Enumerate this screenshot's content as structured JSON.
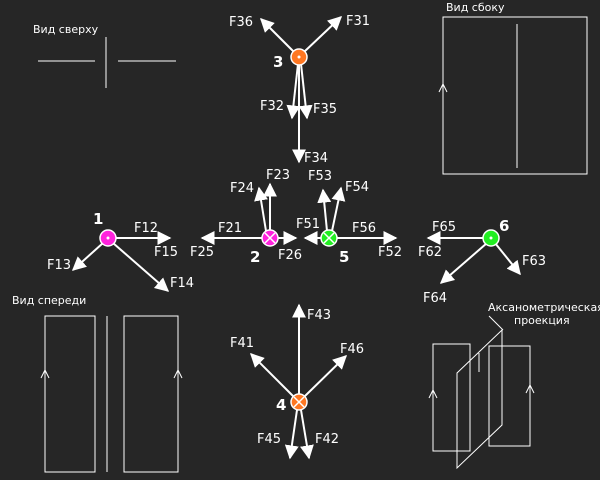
{
  "views": {
    "top": "Вид сверху",
    "side": "Вид сбоку",
    "front": "Вид спереди",
    "axonometric_line1": "Аксанометрическая",
    "axonometric_line2": "проекция"
  },
  "nodes": [
    {
      "id": "1",
      "color": "#ff22dd",
      "type": "dot"
    },
    {
      "id": "2",
      "color": "#ff22dd",
      "type": "cross"
    },
    {
      "id": "3",
      "color": "#ff7722",
      "type": "dot"
    },
    {
      "id": "4",
      "color": "#ff7722",
      "type": "cross"
    },
    {
      "id": "5",
      "color": "#22ee22",
      "type": "cross"
    },
    {
      "id": "6",
      "color": "#22ee22",
      "type": "dot"
    }
  ],
  "forces": [
    {
      "label": "F12",
      "color": "#ff44cc"
    },
    {
      "label": "F13",
      "color": "#ffffff"
    },
    {
      "label": "F14",
      "color": "#ffffff"
    },
    {
      "label": "F15",
      "color": "#ffffff"
    },
    {
      "label": "F21",
      "color": "#ff44cc"
    },
    {
      "label": "F23",
      "color": "#ffffff"
    },
    {
      "label": "F24",
      "color": "#ffffff"
    },
    {
      "label": "F25",
      "color": "#ffffff"
    },
    {
      "label": "F26",
      "color": "#ffffff"
    },
    {
      "label": "F31",
      "color": "#ffffff"
    },
    {
      "label": "F32",
      "color": "#ffffff"
    },
    {
      "label": "F34",
      "color": "#ff7722"
    },
    {
      "label": "F35",
      "color": "#ffffff"
    },
    {
      "label": "F36",
      "color": "#ffffff"
    },
    {
      "label": "F41",
      "color": "#ffffff"
    },
    {
      "label": "F42",
      "color": "#ffffff"
    },
    {
      "label": "F43",
      "color": "#ff7722"
    },
    {
      "label": "F45",
      "color": "#ffffff"
    },
    {
      "label": "F46",
      "color": "#ffffff"
    },
    {
      "label": "F51",
      "color": "#ffffff"
    },
    {
      "label": "F52",
      "color": "#ffffff"
    },
    {
      "label": "F53",
      "color": "#ffffff"
    },
    {
      "label": "F54",
      "color": "#ffffff"
    },
    {
      "label": "F56",
      "color": "#33ee33"
    },
    {
      "label": "F62",
      "color": "#ffffff"
    },
    {
      "label": "F63",
      "color": "#ffffff"
    },
    {
      "label": "F64",
      "color": "#ffffff"
    },
    {
      "label": "F65",
      "color": "#33ee33"
    }
  ]
}
